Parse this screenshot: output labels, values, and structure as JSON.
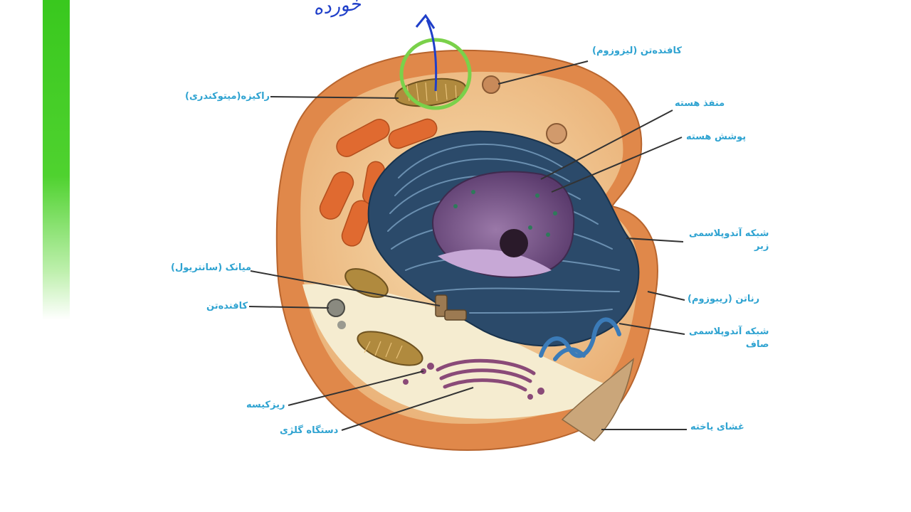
{
  "annotation": {
    "handwriting": "خورده"
  },
  "labels": {
    "lysosome_top": "کافنده‌تن (لیزوزوم)",
    "mitochondria": "راکیزه(میتوکندری)",
    "nuclear_pore": "منفذ هسته",
    "nuclear_envelope": "پوشش هسته",
    "rough_er_line1": "شبکه آندوپلاسمی",
    "rough_er_line2": "زبر",
    "centriole": "میانک (سانتریول)",
    "lysosome_left": "کافنده‌تن",
    "ribosome": "رناتن (ریبوزوم)",
    "smooth_er_line1": "شبکه آندوپلاسمی",
    "smooth_er_line2": "صاف",
    "vesicle": "ریزکیسه",
    "golgi": "دستگاه گلژی",
    "cell_membrane": "غشای یاخته"
  },
  "colors": {
    "accent_bar": "#39c81e",
    "label_text": "#2fa3d1",
    "annotation_ink": "#1f3fc9",
    "highlight_circle": "#7ad14a"
  }
}
